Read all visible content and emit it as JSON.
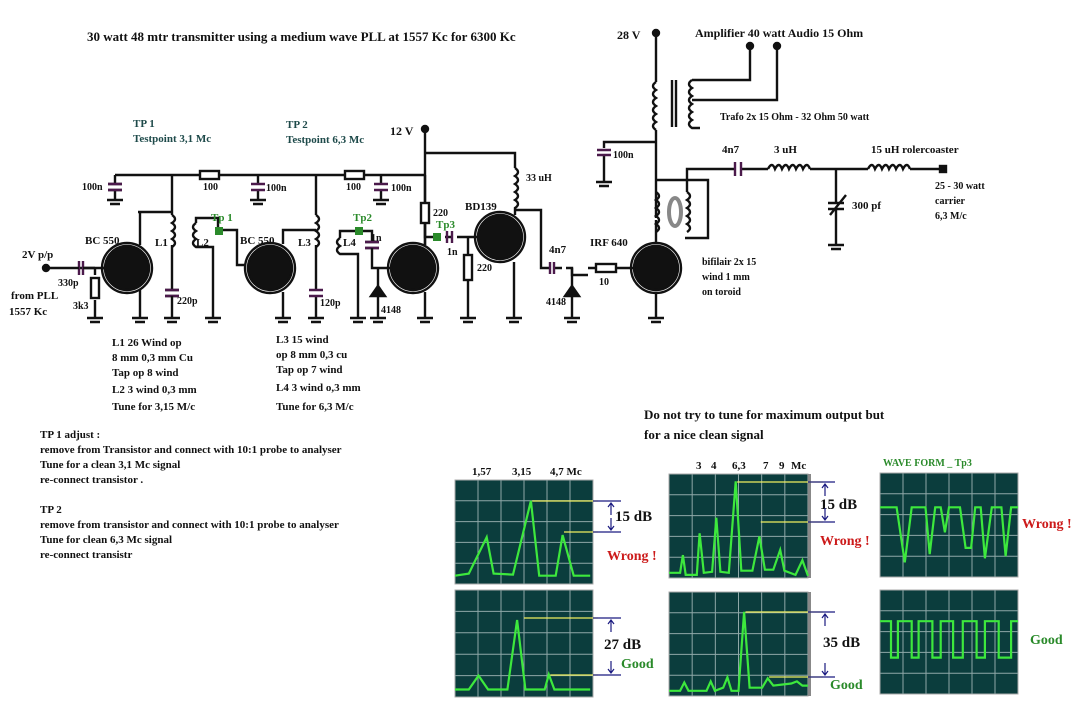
{
  "title": "30 watt 48 mtr transmitter using a medium wave PLL at 1557 Kc for 6300 Kc",
  "supplies": {
    "v12": "12 V",
    "v28": "28 V"
  },
  "audio": {
    "amplifier_label": "Amplifier  40 watt Audio 15 Ohm",
    "trafo_label": "Trafo 2x 15 Ohm - 32 Ohm  50 watt"
  },
  "testpoints": {
    "tp1_title": "TP 1",
    "tp1_desc": "Testpoint  3,1 Mc",
    "tp2_title": "TP 2",
    "tp2_desc": "Testpoint 6,3 Mc",
    "tp1_marker": "Tp 1",
    "tp2_marker": "Tp2",
    "tp3_marker": "Tp3"
  },
  "input": {
    "level": "2V p/p",
    "source_line1": "from PLL",
    "source_line2": "1557 Kc"
  },
  "components": {
    "c_in": "330p",
    "r_in": "3k3",
    "q1": "BC 550",
    "q2": "BC 550",
    "q3": "BD139",
    "q4": "IRF 640",
    "l1": "L1",
    "l2": "L2",
    "l3": "L3",
    "l4": "L4",
    "c_l1": "220p",
    "c_l3": "120p",
    "c_dec1": "100n",
    "c_dec2": "100n",
    "c_dec3": "100n",
    "c_dec4": "100n",
    "r_dec1": "100",
    "r_dec2": "100",
    "c_tp2": "1n",
    "c_tp3": "1n",
    "r_220a": "220",
    "r_220b": "220",
    "d1": "4148",
    "d2": "4148",
    "l_choke": "33 uH",
    "c_gate": "4n7",
    "r_gate": "10",
    "c_out": "4n7",
    "l_3uh": "3 uH",
    "l_15uh": "15 uH rolercoaster",
    "c_var": "300 pf"
  },
  "output": {
    "line1": "25 - 30 watt",
    "line2": "carrier",
    "line3": "6,3 M/c"
  },
  "toroid_note": [
    "bifilair 2x 15",
    "wind 1 mm",
    "on toroid"
  ],
  "coil_notes": {
    "left": [
      "L1  26 Wind op",
      " 8 mm  0,3 mm Cu",
      "Tap op 8 wind",
      "L2 3 wind 0,3 mm",
      "Tune for 3,15 M/c"
    ],
    "right": [
      "L3 15 wind",
      "op 8 mm 0,3 cu",
      "Tap op 7 wind",
      "L4 3 wind  o,3 mm",
      "Tune for 6,3 M/c"
    ]
  },
  "instructions": {
    "tp1": [
      "TP 1  adjust :",
      "remove from Transistor and connect with 10:1 probe to analyser",
      "Tune for a clean 3,1 Mc signal",
      "re-connect transistor ."
    ],
    "tp2": [
      "TP 2",
      "remove from transistor and connect with 10:1 probe to analyser",
      "Tune for clean 6,3 Mc signal",
      "re-connect transistr"
    ]
  },
  "advice": [
    "Do not try to  tune for maximum output but",
    "for a nice  clean signal"
  ],
  "scopes": {
    "left_freq_labels": [
      "1,57",
      "3,15",
      "4,7  Mc"
    ],
    "mid_freq_labels": [
      "3",
      "4",
      "6,3",
      "7",
      "9",
      "Mc"
    ],
    "waveform_title": "WAVE FORM  _  Tp3",
    "left_wrong_db": "15 dB",
    "left_good_db": "27 dB",
    "mid_wrong_db": "15 dB",
    "mid_good_db": "35 dB",
    "wrong_label": "Wrong !",
    "good_label": "Good",
    "colors": {
      "screen": "#0b3d3d",
      "grid": "#8fa8a8",
      "trace": "#3de83d",
      "marker": "#f0f060",
      "dim": "#1a1a80"
    }
  },
  "chart_data": [
    {
      "type": "line",
      "title": "Spectrum TP1 - Wrong",
      "x_labels": [
        "1,57",
        "3,15",
        "4,7 Mc"
      ],
      "peaks_rel_db": [
        -25,
        0,
        -15
      ],
      "annotation": "15 dB",
      "verdict": "Wrong !"
    },
    {
      "type": "line",
      "title": "Spectrum TP1 - Good",
      "peaks_rel_db": [
        -32,
        0,
        -27
      ],
      "annotation": "27 dB",
      "verdict": "Good"
    },
    {
      "type": "line",
      "title": "Spectrum TP2 - Wrong",
      "x_labels": [
        "3",
        "4",
        "6,3",
        "7",
        "9",
        "Mc"
      ],
      "peaks_rel_db": [
        -32,
        -20,
        -14,
        0,
        -15,
        -23,
        -30
      ],
      "annotation": "15 dB",
      "verdict": "Wrong !"
    },
    {
      "type": "line",
      "title": "Spectrum TP2 - Good",
      "peaks_rel_db": [
        -37,
        -37,
        -33,
        0,
        -36,
        -37
      ],
      "annotation": "35 dB",
      "verdict": "Good"
    },
    {
      "type": "line",
      "title": "Waveform Tp3 - Wrong",
      "description": "irregular negative spikes",
      "verdict": "Wrong !"
    },
    {
      "type": "line",
      "title": "Waveform Tp3 - Good",
      "description": "clean square wave",
      "verdict": "Good"
    }
  ]
}
